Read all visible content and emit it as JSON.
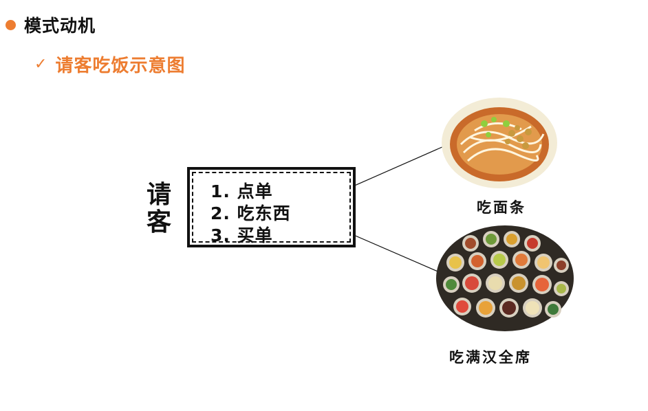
{
  "heading": {
    "title": "模式动机"
  },
  "subheading": {
    "title": "请客吃饭示意图"
  },
  "diagram": {
    "guest": "请客",
    "steps": [
      "1. 点单",
      "2. 吃东西",
      "3. 买单"
    ],
    "outcomes": [
      {
        "label": "吃面条",
        "icon": "noodle-bowl-icon"
      },
      {
        "label": "吃满汉全席",
        "icon": "banquet-feast-icon"
      }
    ]
  },
  "colors": {
    "accent": "#ED7D31",
    "text": "#111111"
  }
}
